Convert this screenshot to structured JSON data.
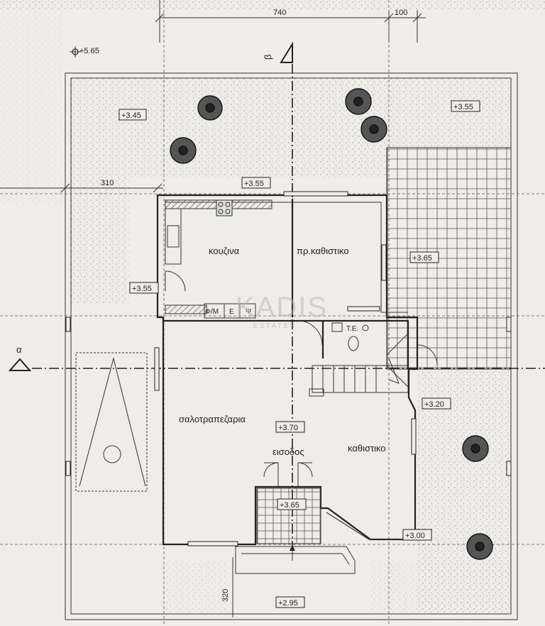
{
  "dimensions": {
    "top_span": "740",
    "top_right": "100",
    "left_width": "310",
    "bottom_depth": "320"
  },
  "section_markers": {
    "vertical": "β",
    "horizontal": "α"
  },
  "levels": {
    "corner": "+5.65",
    "garden_left": "+3.45",
    "garden_right": "+3.55",
    "kitchen_top": "+3.55",
    "side_entry": "+3.55",
    "terrace": "+3.65",
    "living_floor": "+3.70",
    "entry_porch": "+3.65",
    "step_right": "+3.20",
    "porch_bay": "+3.00",
    "front_walk": "+2.95"
  },
  "rooms": {
    "kitchen": "κουζινα",
    "family_room": "πρ.καθιστικο",
    "living_dining": "σαλοτραπεζαρια",
    "entrance": "εισοδος",
    "sitting_room": "καθιστικο"
  },
  "appliances": {
    "fridge": "Φ/Μ",
    "e": "Ε",
    "psi": "Ψ"
  },
  "wc_fixtures": "Τ.Ε.",
  "watermark": {
    "brand": "KADIS",
    "sub": "ESTATES"
  },
  "colors": {
    "paper": "#efede9",
    "ink": "#222222",
    "hatch": "#6b6b6b"
  }
}
